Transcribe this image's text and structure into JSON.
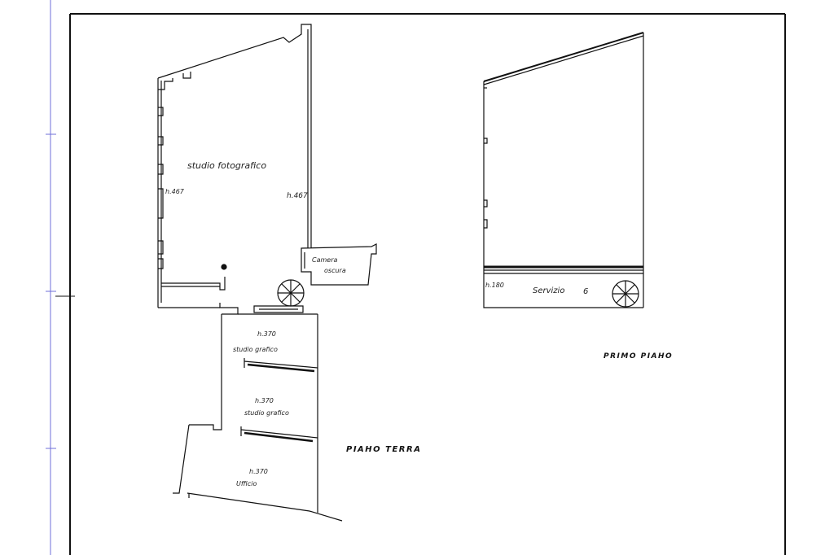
{
  "colors": {
    "paper": "#ffffff",
    "ink": "#111111",
    "margin_ruler": "#6f6fd8"
  },
  "ground_floor": {
    "label": "PIAHO TERRA",
    "rooms": {
      "studio_fotografico": {
        "name": "studio fotografico",
        "height_left": "h.467",
        "height_right": "h.467"
      },
      "camera_oscura": {
        "name_line1": "Camera",
        "name_line2": "oscura"
      },
      "studio_grafico_1": {
        "height": "h.370",
        "name": "studio grafico"
      },
      "studio_grafico_2": {
        "height": "h.370",
        "name": "studio grafico"
      },
      "ufficio": {
        "height": "h.370",
        "name": "Ufficio"
      }
    }
  },
  "first_floor": {
    "label": "PRIMO PIAHO",
    "rooms": {
      "servizio": {
        "height": "h.180",
        "name": "Servizio",
        "number": "6"
      }
    }
  }
}
